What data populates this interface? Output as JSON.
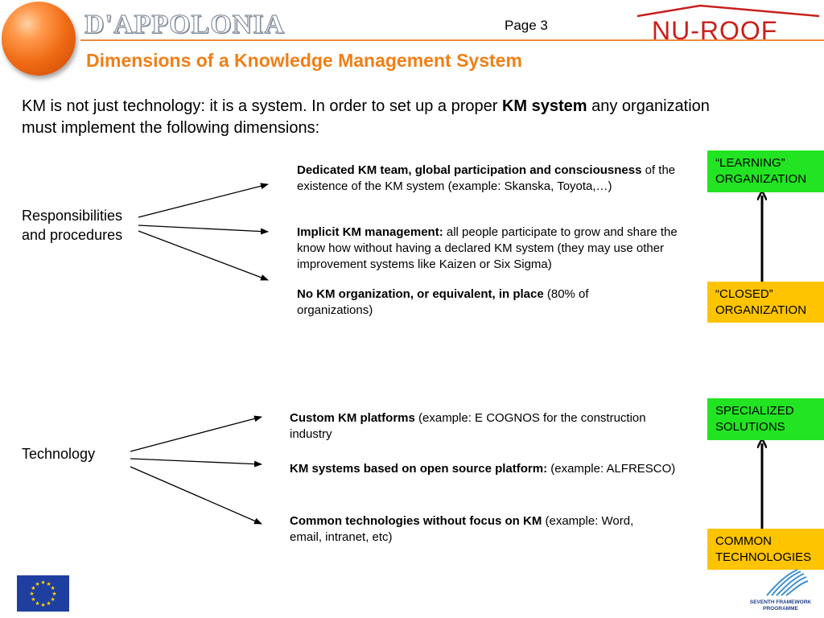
{
  "header": {
    "company_logo": "D'APPOLONIA",
    "page_label": "Page 3",
    "project_logo": "NU-ROOF",
    "colors": {
      "accent": "#f07f16",
      "logo_red": "#c8201d",
      "green_box": "#22e422",
      "yellow_box": "#ffc400"
    }
  },
  "slide": {
    "title": "Dimensions of a Knowledge Management System",
    "intro_pre": "KM is not just technology: it is a system. In order to set up a proper ",
    "intro_bold": "KM system",
    "intro_post": " any organization must implement  the following dimensions:"
  },
  "section1": {
    "label": "Responsibilities and procedures",
    "items": [
      {
        "bold": "Dedicated KM team, global participation and consciousness",
        "text": " of the existence of the KM system  (example: Skanska, Toyota,…)"
      },
      {
        "bold": "Implicit KM management:",
        "text": "  all people participate to grow and share the know how without having a declared KM system (they may use other improvement systems like Kaizen or Six Sigma)"
      },
      {
        "bold": "No KM organization, or equivalent, in place",
        "text": " (80% of organizations)"
      }
    ],
    "top_box": "“LEARNING” ORGANIZATION",
    "bottom_box": "“CLOSED” ORGANIZATION"
  },
  "section2": {
    "label": "Technology",
    "items": [
      {
        "bold": "Custom  KM platforms",
        "text": "  (example: E COGNOS for the construction industry"
      },
      {
        "bold": "KM systems based on open source platform:",
        "text": "  (example: ALFRESCO)"
      },
      {
        "bold": "Common technologies without focus on KM",
        "text": " (example: Word, email, intranet, etc)"
      }
    ],
    "top_box": "SPECIALIZED SOLUTIONS",
    "bottom_box": "COMMON TECHNOLOGIES"
  },
  "footer": {
    "fp7_line1": "SEVENTH FRAMEWORK",
    "fp7_line2": "PROGRAMME"
  }
}
